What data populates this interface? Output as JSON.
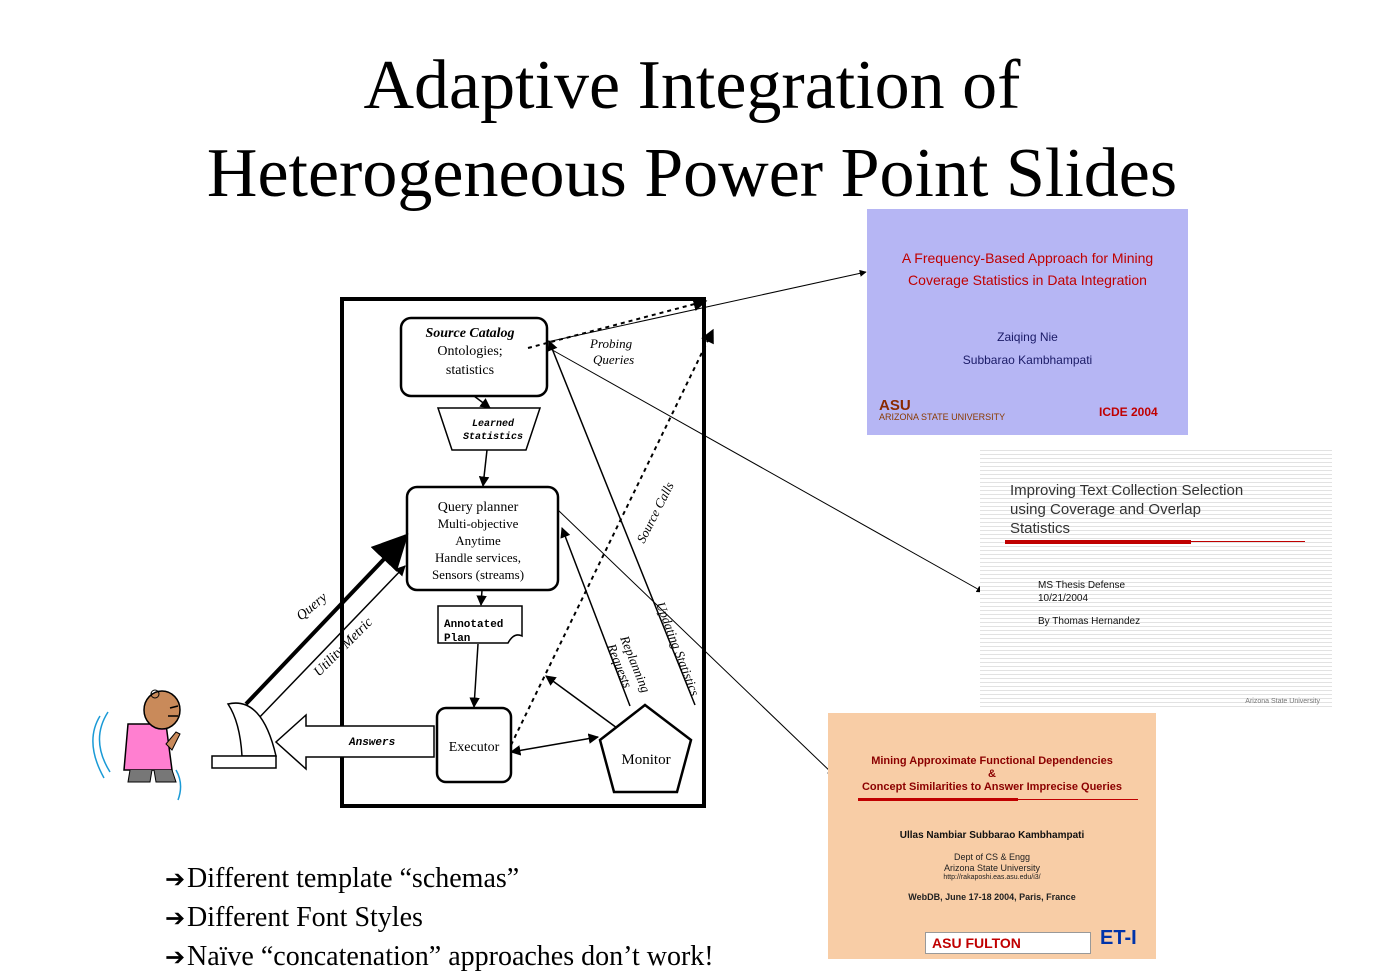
{
  "title": {
    "line1": "Adaptive Integration of",
    "line2": "Heterogeneous Power Point Slides"
  },
  "diagram": {
    "source_catalog": {
      "title": "Source Catalog",
      "line1": "Ontologies;",
      "line2": "statistics"
    },
    "learned_statistics": {
      "line1": "Learned",
      "line2": "Statistics"
    },
    "query_planner": {
      "title": "Query planner",
      "line1": "Multi-objective",
      "line2": "Anytime",
      "line3": "Handle services,",
      "line4": "Sensors (streams)"
    },
    "annotated_plan": {
      "line1": "Annotated",
      "line2": "Plan"
    },
    "executor": "Executor",
    "monitor": "Monitor",
    "answers": "Answers",
    "labels": {
      "probing1": "Probing",
      "probing2": "Queries",
      "source_calls": "Source Calls",
      "updating_statistics": "Updating Statistics",
      "replanning1": "Replanning",
      "replanning2": "Requests",
      "query": "Query",
      "utility_metric": "Utility Metric"
    }
  },
  "thumbnails": {
    "t1": {
      "title1": "A Frequency-Based Approach for Mining",
      "title2": "Coverage Statistics in Data Integration",
      "author1": "Zaiqing Nie",
      "author2": "Subbarao Kambhampati",
      "logo": "ASU",
      "logo_sub": "ARIZONA STATE UNIVERSITY",
      "conf": "ICDE 2004",
      "bg": "#b6b6f4"
    },
    "t2": {
      "title1": "Improving Text Collection Selection",
      "title2": "using Coverage and Overlap",
      "title3": "Statistics",
      "sub1": "MS Thesis Defense",
      "sub2": "10/21/2004",
      "sub3": "By Thomas Hernandez",
      "footer": "Arizona State University"
    },
    "t3": {
      "title1": "Mining Approximate Functional Dependencies",
      "title2": "&",
      "title3": "Concept Similarities to Answer Imprecise Queries",
      "authors": "Ullas Nambiar   Subbarao Kambhampati",
      "dept": "Dept of CS & Engg",
      "univ": "Arizona State University",
      "url": "http://rakaposhi.eas.asu.edu/i3/",
      "venue": "WebDB, June 17-18 2004, Paris, France",
      "logo": "ASU FULTON",
      "et": "ET-I",
      "bg": "#f8cda6"
    }
  },
  "bullets": [
    "Different template “schemas”",
    "Different Font Styles",
    "Naïve “concatenation” approaches don’t work!"
  ]
}
